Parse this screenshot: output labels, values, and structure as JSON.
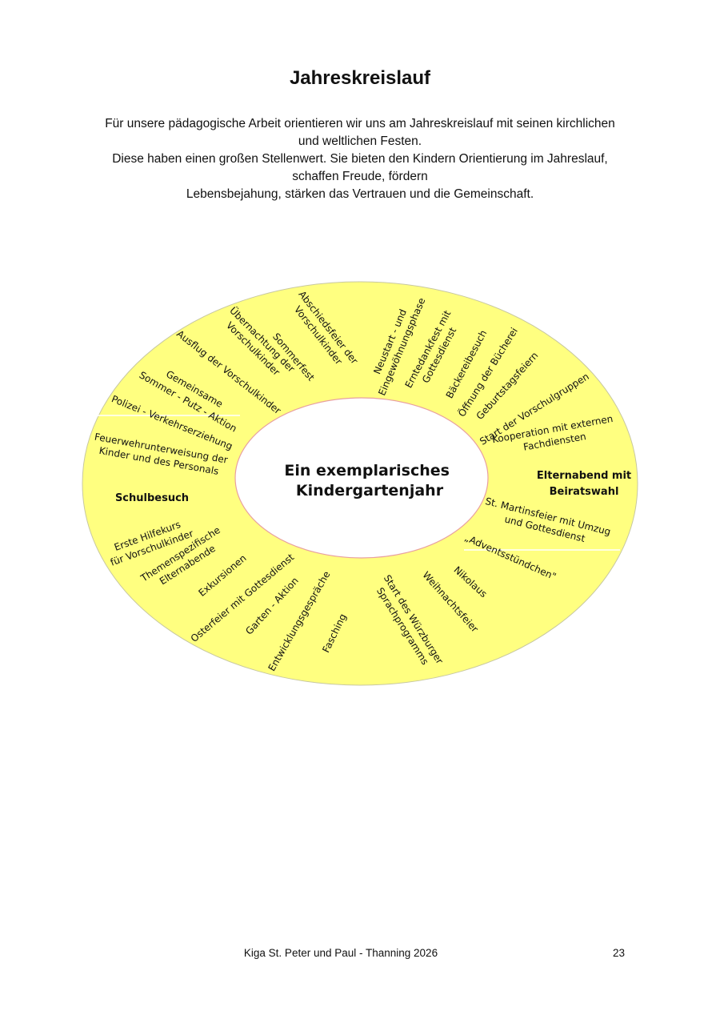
{
  "title": "Jahreskreislauf",
  "intro": [
    "Für unsere pädagogische Arbeit orientieren wir uns am Jahreskreislauf mit seinen kirchlichen",
    "und weltlichen Festen.",
    "Diese haben einen großen Stellenwert. Sie bieten den Kindern Orientierung im Jahreslauf,",
    "schaffen Freude, fördern",
    "Lebensbejahung, stärken das Vertrauen und die Gemeinschaft."
  ],
  "wheel": {
    "outer_fill": "#ffff80",
    "inner_fill": "#ffffff",
    "inner_stroke": "#e8a0a0",
    "center_label": [
      "Ein exemplarisches",
      "Kindergartenjahr"
    ],
    "events": [
      {
        "lines": [
          "Neustart - und",
          "Eingewöhnungsphase"
        ]
      },
      {
        "lines": [
          "Erntedankfest mit",
          "Gottesdienst"
        ]
      },
      {
        "lines": [
          "Bäckereibesuch"
        ]
      },
      {
        "lines": [
          "Öffnung der Bücherei"
        ]
      },
      {
        "lines": [
          "Geburtstagsfeiern"
        ]
      },
      {
        "lines": [
          "Start der Vorschulgruppen"
        ]
      },
      {
        "lines": [
          "Kooperation mit externen",
          "Fachdiensten"
        ]
      },
      {
        "lines": [
          "Elternabend mit",
          "Beiratswahl"
        ],
        "bold": true
      },
      {
        "lines": [
          "St. Martinsfeier mit Umzug",
          "und Gottesdienst"
        ]
      },
      {
        "lines": [
          "„Adventsstündchen\""
        ]
      },
      {
        "lines": [
          "Nikolaus"
        ]
      },
      {
        "lines": [
          "Weihnachtsfeier"
        ]
      },
      {
        "lines": [
          "Start des Würzburger",
          "Sprachprogramms"
        ]
      },
      {
        "lines": [
          "Fasching"
        ]
      },
      {
        "lines": [
          "Entwicklungsgespräche"
        ]
      },
      {
        "lines": [
          "Garten - Aktion"
        ]
      },
      {
        "lines": [
          "Osterfeier mit Gottesdienst"
        ]
      },
      {
        "lines": [
          "Exkursionen"
        ]
      },
      {
        "lines": [
          "Themenspezifische",
          "Elternabende"
        ]
      },
      {
        "lines": [
          "Erste Hilfekurs",
          "für Vorschulkinder"
        ]
      },
      {
        "lines": [
          "Schulbesuch"
        ],
        "bold": true
      },
      {
        "lines": [
          "Feuerwehrunterweisung der",
          "Kinder und des Personals"
        ]
      },
      {
        "lines": [
          "Polizei - Verkehrserziehung"
        ]
      },
      {
        "lines": [
          "Sommer - Putz - Aktion"
        ]
      },
      {
        "lines": [
          "Gemeinsame"
        ]
      },
      {
        "lines": [
          "Ausflug der Vorschulkinder"
        ]
      },
      {
        "lines": [
          "Übernachtung der",
          "Vorschulkinder"
        ]
      },
      {
        "lines": [
          "Sommerfest"
        ]
      },
      {
        "lines": [
          "Abschiedsfeier der",
          "Vorschulkinder"
        ]
      }
    ]
  },
  "footer": {
    "left": "Kiga St. Peter und Paul - Thanning  2026",
    "page_number": "23"
  }
}
